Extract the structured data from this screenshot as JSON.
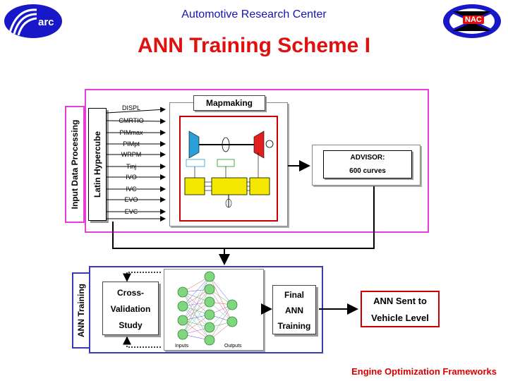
{
  "header": {
    "org": "Automotive Research Center",
    "title": "ANN Training Scheme I",
    "footer": "Engine Optimization Frameworks",
    "logo_left_text": "arc",
    "logo_right_text": "NAC"
  },
  "input_section": {
    "label": "Input Data Processing",
    "hypercube_label": "Latin Hypercube",
    "params": [
      "DISPL",
      "CMRTIO",
      "PIMmax",
      "PIMpt",
      "WRPM",
      "Tinj",
      "IVO",
      "IVC",
      "EVO",
      "EVC"
    ]
  },
  "mapmaking": {
    "label": "Mapmaking"
  },
  "advisor": {
    "line1": "ADVISOR:",
    "line2": "600 curves"
  },
  "ann_section": {
    "label": "ANN Training",
    "cv_line1": "Cross-",
    "cv_line2": "Validation",
    "cv_line3": "Study",
    "nn_inputs_label": "Inputs",
    "nn_outputs_label": "Outputs",
    "final_line1": "Final",
    "final_line2": "ANN",
    "final_line3": "Training"
  },
  "sent": {
    "line1": "ANN Sent to",
    "line2": "Vehicle Level"
  },
  "colors": {
    "accent_blue": "#1515b5",
    "title_red": "#e01010",
    "pink_border": "#e83cd8",
    "ann_border": "#3a3ab8",
    "node_green": "#7fd67f"
  }
}
